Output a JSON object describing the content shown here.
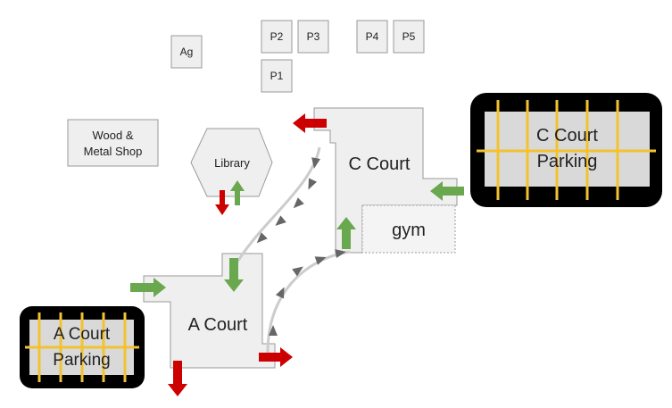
{
  "buildings": {
    "ag": "Ag",
    "p1": "P1",
    "p2": "P2",
    "p3": "P3",
    "p4": "P4",
    "p5": "P5",
    "shop_line1": "Wood &",
    "shop_line2": "Metal Shop",
    "library": "Library",
    "c_court": "C Court",
    "gym": "gym",
    "a_court": "A Court"
  },
  "parking": {
    "c_court_line1": "C Court",
    "c_court_line2": "Parking",
    "a_court_line1": "A Court",
    "a_court_line2": "Parking"
  },
  "colors": {
    "building_fill": "#efefef",
    "building_stroke": "#9a9a9a",
    "parking_frame": "#000000",
    "parking_stripe": "#f2c230",
    "entry_arrow": "#6aa84f",
    "exit_arrow": "#cc0000",
    "path_arrow": "#666666"
  },
  "icons": {
    "entry": "green-entry-arrow-icon",
    "exit": "red-exit-arrow-icon",
    "path": "path-chevron-icon"
  }
}
